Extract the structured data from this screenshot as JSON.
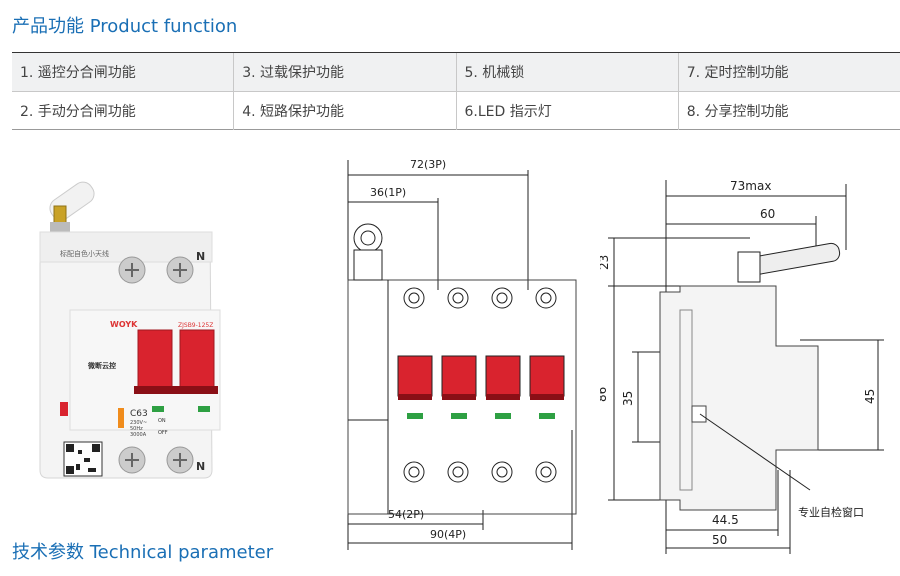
{
  "titles": {
    "function": "产品功能 Product function",
    "technical": "技术参数 Technical parameter"
  },
  "functions": [
    [
      "1. 遥控分合闸功能",
      "3. 过载保护功能",
      "5. 机械锁",
      "7. 定时控制功能"
    ],
    [
      "2. 手动分合闸功能",
      "4. 短路保护功能",
      "6.LED 指示灯",
      "8. 分享控制功能"
    ]
  ],
  "product": {
    "top_label": "标配自色小天线",
    "n_label": "N",
    "brand": "WOYK",
    "model": "ZJSB9-125Z",
    "cloud_text": "微断云控",
    "rating": "C63",
    "voltage": "230V~",
    "freq": "50Hz",
    "capacity": "3000A",
    "on": "ON",
    "off": "OFF",
    "bottom_n": "N"
  },
  "front_view": {
    "dim_3p": "72(3P)",
    "dim_1p": "36(1P)",
    "dim_2p": "54(2P)",
    "dim_4p": "90(4P)"
  },
  "side_view": {
    "dim_max": "73max",
    "dim_60": "60",
    "dim_23": "23",
    "dim_86": "86",
    "dim_35": "35",
    "dim_45": "45",
    "dim_44_5": "44.5",
    "dim_50": "50",
    "window_label": "专业自检窗口"
  }
}
